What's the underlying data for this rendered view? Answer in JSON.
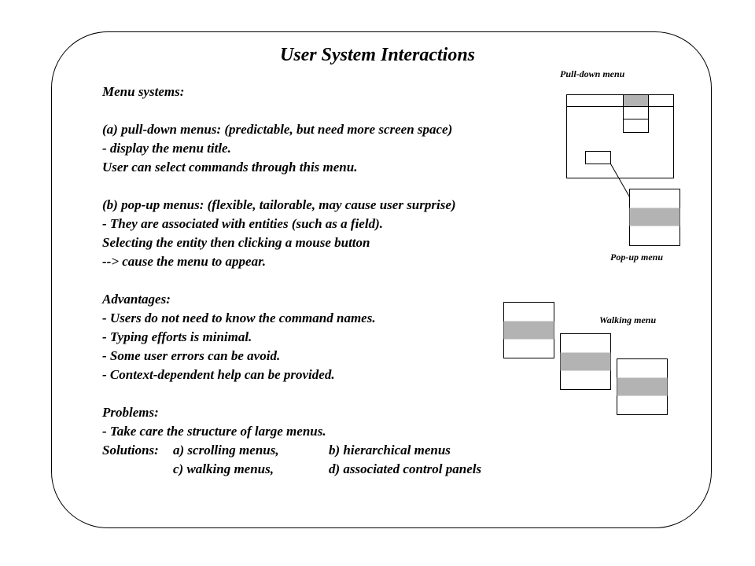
{
  "slide": {
    "title": "User System Interactions",
    "lines": [
      "Menu systems:",
      "",
      "(a) pull-down menus: (predictable, but need more screen space)",
      "- display the menu title.",
      "User can select commands through this menu.",
      "",
      "(b) pop-up menus: (flexible, tailorable, may cause user surprise)",
      "- They are associated with entities (such as a field).",
      "Selecting the entity then clicking a mouse button",
      "--> cause the menu to appear.",
      "",
      "Advantages:",
      "- Users do not need to know the command names.",
      "- Typing efforts is minimal.",
      "- Some user errors can be avoid.",
      "- Context-dependent help can be provided.",
      "",
      "Problems:",
      "- Take care the structure of large menus."
    ],
    "solutions": {
      "label": "Solutions:",
      "a": "a) scrolling menus,",
      "b": "b) hierarchical menus",
      "c": "c) walking menus,",
      "d": "d) associated control panels"
    }
  },
  "diagrams": {
    "pulldown_label": "Pull-down menu",
    "popup_label": "Pop-up menu",
    "walking_label": "Walking menu",
    "highlight_color": "#b3b3b3",
    "line_color": "#000000"
  }
}
